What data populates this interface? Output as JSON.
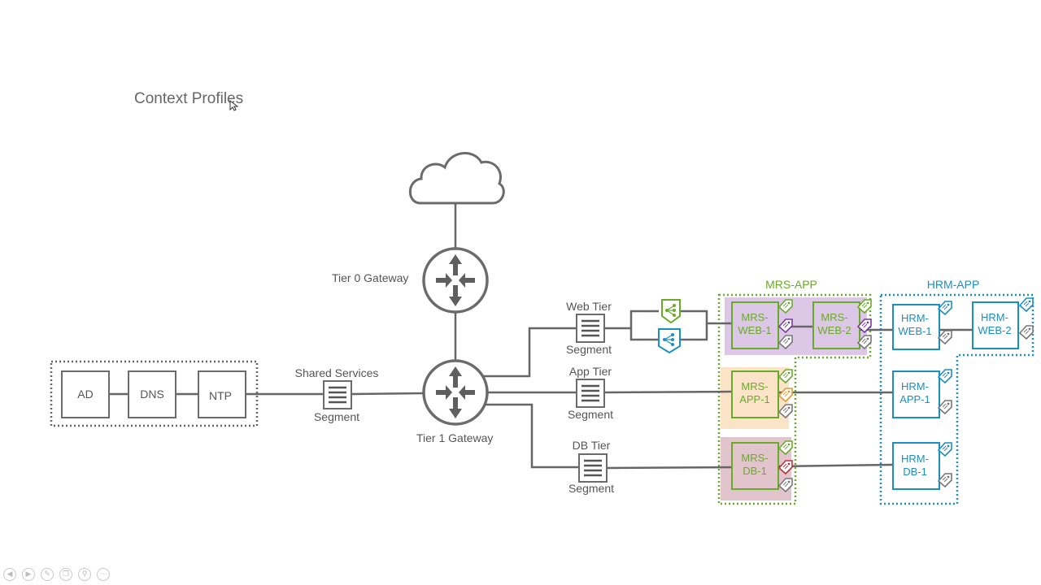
{
  "title": "Context Profiles",
  "gateways": {
    "tier0": "Tier 0 Gateway",
    "tier1": "Tier 1 Gateway"
  },
  "segments": {
    "shared": {
      "name": "Shared Services",
      "sub": "Segment"
    },
    "web": {
      "name": "Web Tier",
      "sub": "Segment"
    },
    "app": {
      "name": "App Tier",
      "sub": "Segment"
    },
    "db": {
      "name": "DB Tier",
      "sub": "Segment"
    }
  },
  "services": [
    "AD",
    "DNS",
    "NTP"
  ],
  "groups": {
    "mrs": {
      "label": "MRS-APP",
      "color": "#6aaa2a"
    },
    "hrm": {
      "label": "HRM-APP",
      "color": "#1a8fc4"
    }
  },
  "vms": {
    "mrs_web1": [
      "MRS-",
      "WEB-1"
    ],
    "mrs_web2": [
      "MRS-",
      "WEB-2"
    ],
    "mrs_app1": [
      "MRS-",
      "APP-1"
    ],
    "mrs_db1": [
      "MRS-",
      "DB-1"
    ],
    "hrm_web1": [
      "HRM-",
      "WEB-1"
    ],
    "hrm_web2": [
      "HRM-",
      "WEB-2"
    ],
    "hrm_app1": [
      "HRM-",
      "APP-1"
    ],
    "hrm_db1": [
      "HRM-",
      "DB-1"
    ]
  },
  "tier_colors": {
    "web": "#dcc8e6",
    "app": "#fbe3c8",
    "db": "#e2c4cc"
  },
  "icons": [
    "cloud-icon",
    "router-icon",
    "segment-switch-icon",
    "load-balancer-icon",
    "tag-icon",
    "player-controls"
  ],
  "player": [
    "prev-icon",
    "play-icon",
    "pen-icon",
    "copy-icon",
    "zoom-icon",
    "more-icon"
  ]
}
